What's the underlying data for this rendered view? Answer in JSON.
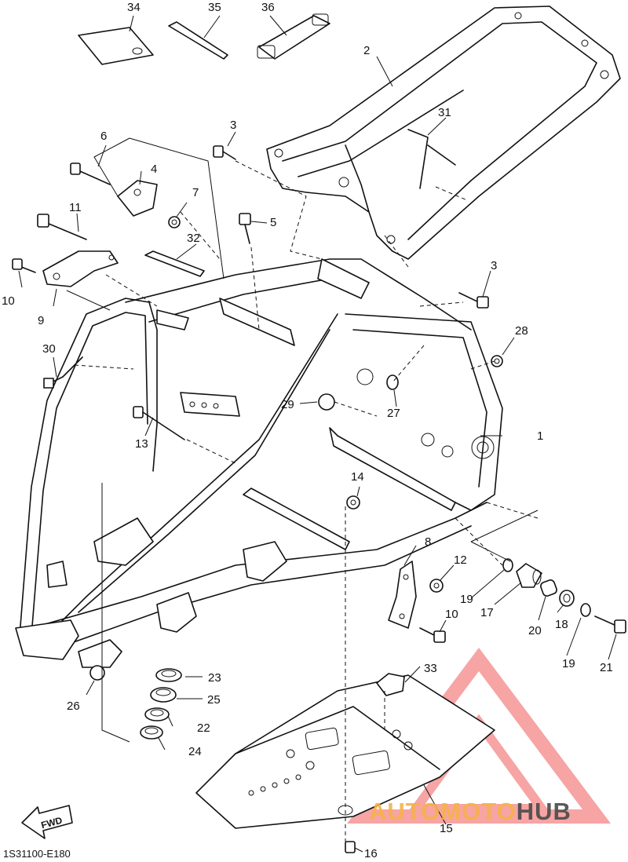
{
  "diagram_code": "1S31100-E180",
  "fwd_label": "FWD",
  "watermark": {
    "part1": "AUTOMOTO",
    "part2": "HUB",
    "accent": "#f7b24a",
    "triangle_color": "#f05a5a"
  },
  "callouts": [
    "1",
    "2",
    "3",
    "3",
    "4",
    "5",
    "6",
    "7",
    "8",
    "9",
    "10",
    "10",
    "11",
    "12",
    "13",
    "14",
    "15",
    "16",
    "17",
    "18",
    "19",
    "19",
    "20",
    "21",
    "22",
    "23",
    "24",
    "25",
    "26",
    "27",
    "28",
    "29",
    "30",
    "31",
    "32",
    "33",
    "34",
    "35",
    "36"
  ]
}
